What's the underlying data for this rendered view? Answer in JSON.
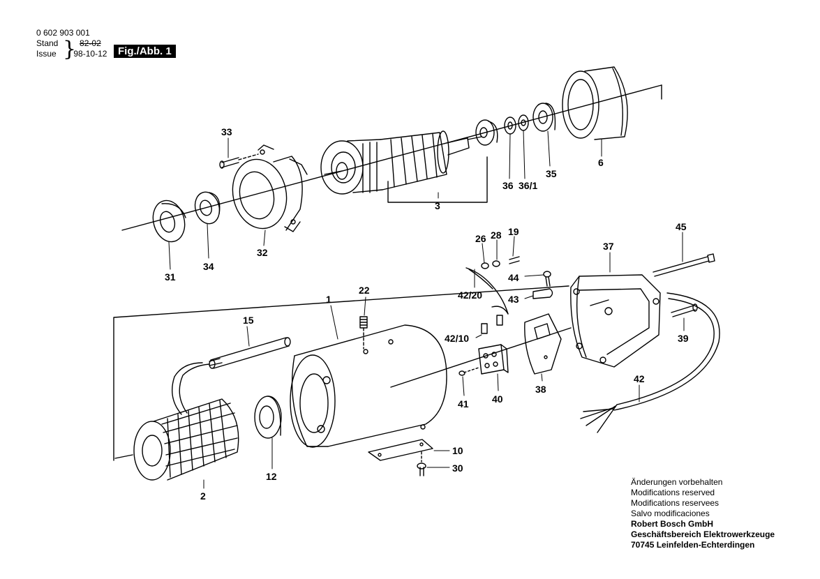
{
  "header": {
    "part_number": "0 602 903 001",
    "stand_label": "Stand",
    "issue_label": "Issue",
    "old_date": "82-02",
    "issue_date": "98-10-12",
    "figure_label": "Fig./Abb. 1"
  },
  "footer": {
    "notes": [
      "Änderungen vorbehalten",
      "Modifications reserved",
      "Modifications reservees",
      "Salvo modificaciones"
    ],
    "company": "Robert Bosch GmbH",
    "division": "Geschäftsbereich Elektrowerkzeuge",
    "address": "70745 Leinfelden-Echterdingen"
  },
  "part_labels": [
    "33",
    "31",
    "34",
    "32",
    "3",
    "36",
    "36/1",
    "35",
    "6",
    "26",
    "28",
    "19",
    "44",
    "43",
    "42/20",
    "42/10",
    "45",
    "37",
    "39",
    "22",
    "1",
    "15",
    "41",
    "40",
    "38",
    "42",
    "10",
    "30",
    "12",
    "2"
  ],
  "colors": {
    "ink": "#000000",
    "paper": "#ffffff"
  }
}
